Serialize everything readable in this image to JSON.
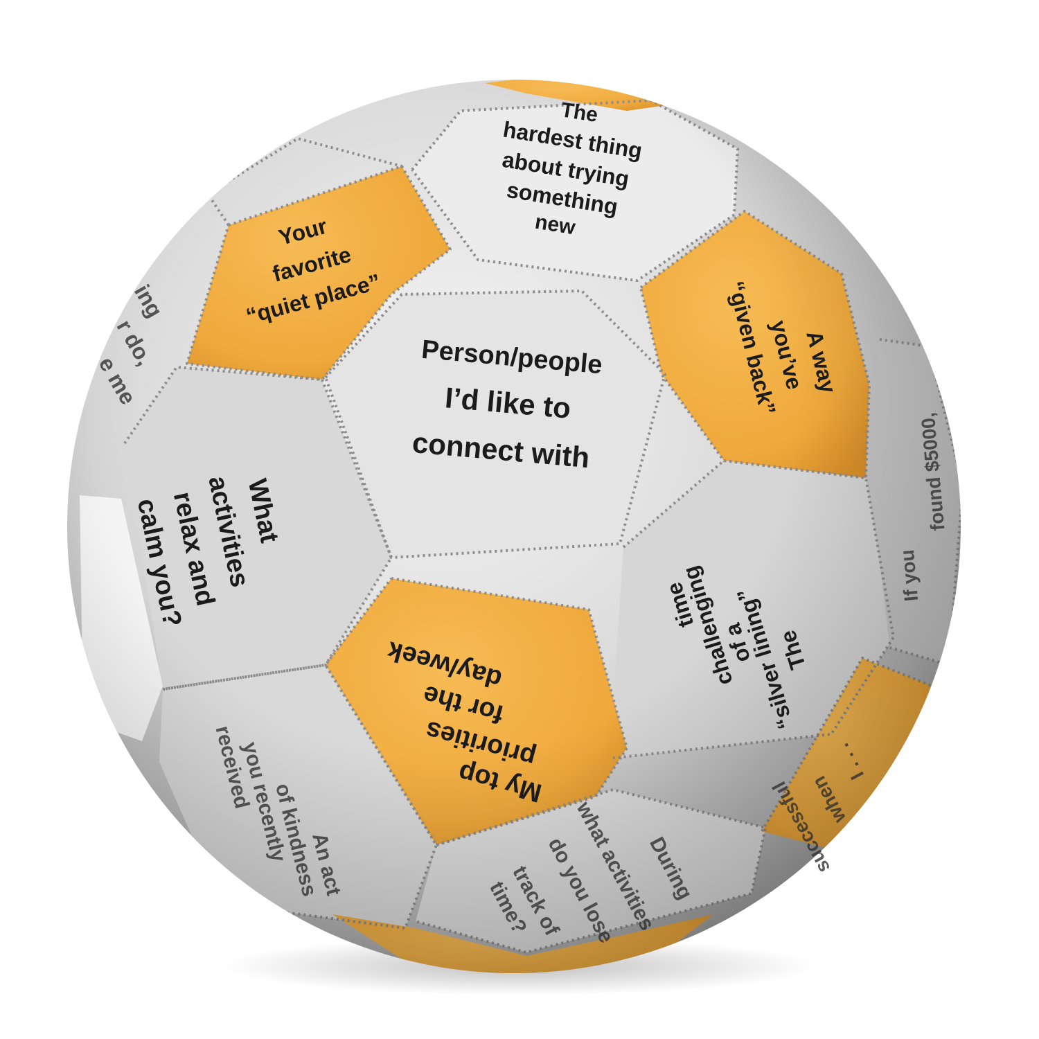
{
  "colors": {
    "silver_light": "#eeeeee",
    "silver_mid": "#c4c4c4",
    "silver_dark": "#8e8e8e",
    "orange": "#f2ae3f",
    "orange_dark": "#dc9530",
    "text": "#1b1b1b"
  },
  "panels": {
    "center": [
      "Person/people",
      "I’d like to",
      "connect with"
    ],
    "top": [
      "The",
      "hardest thing",
      "about trying",
      "something",
      "new"
    ],
    "upper_left": [
      "Your",
      "favorite",
      "“quiet place”"
    ],
    "right_orange": [
      "A way",
      "you’ve",
      "“given back”"
    ],
    "left": [
      "What",
      "activities",
      "relax and",
      "calm you?"
    ],
    "bottom_orange": [
      "My top",
      "priorities",
      "for the",
      "day/week"
    ],
    "right_silver": [
      "The",
      "“silver lining”",
      "of a",
      "challenging",
      "time"
    ],
    "lower_left": [
      "An act",
      "of kindness",
      "you recently",
      "received"
    ],
    "bottom": [
      "During",
      "what activities",
      "do you lose",
      "track of",
      "time?"
    ],
    "far_right": [
      "If you",
      "found $5000,"
    ],
    "far_left_partial": [
      "ing",
      "r do,",
      "e me"
    ],
    "lower_right_partial": [
      "I . . .",
      "when",
      "successful"
    ]
  }
}
